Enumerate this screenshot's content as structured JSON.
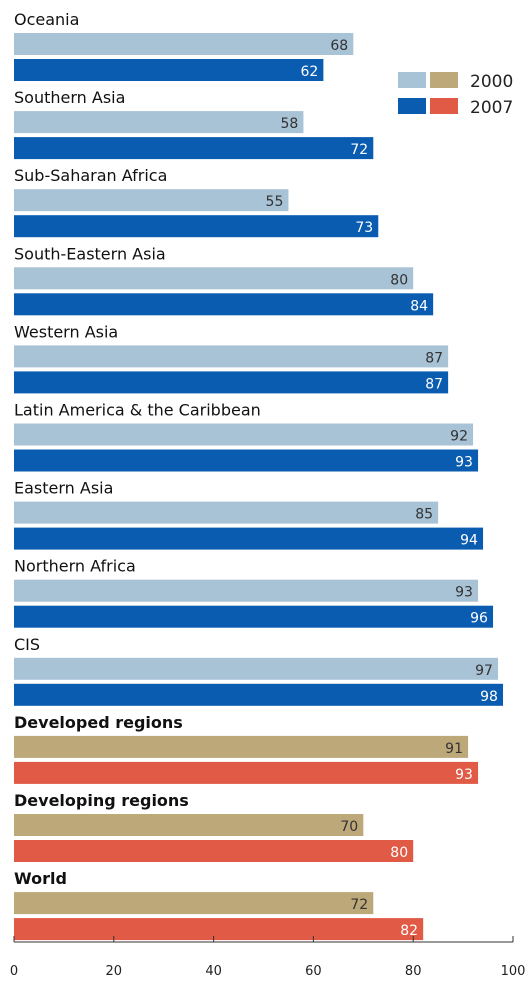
{
  "chart_data": {
    "type": "bar",
    "orientation": "horizontal",
    "xlim": [
      0,
      100
    ],
    "x_ticks": [
      "0",
      "20",
      "40",
      "60",
      "80",
      "100"
    ],
    "legend": {
      "position": "top-right",
      "entries": [
        "2000",
        "2007"
      ]
    },
    "colors": {
      "regions_2000": "#a8c2d6",
      "regions_2007": "#0a5cb0",
      "aggregate_2000": "#bda87a",
      "aggregate_2007": "#e05a46",
      "value_label_dark": "#333333",
      "value_label_light": "#ffffff"
    },
    "categories": [
      {
        "label": "Oceania",
        "values": [
          68,
          62
        ],
        "group": "regions",
        "bold": false
      },
      {
        "label": "Southern Asia",
        "values": [
          58,
          72
        ],
        "group": "regions",
        "bold": false
      },
      {
        "label": "Sub-Saharan Africa",
        "values": [
          55,
          73
        ],
        "group": "regions",
        "bold": false
      },
      {
        "label": "South-Eastern Asia",
        "values": [
          80,
          84
        ],
        "group": "regions",
        "bold": false
      },
      {
        "label": "Western Asia",
        "values": [
          87,
          87
        ],
        "group": "regions",
        "bold": false
      },
      {
        "label": "Latin America & the Caribbean",
        "values": [
          92,
          93
        ],
        "group": "regions",
        "bold": false
      },
      {
        "label": "Eastern Asia",
        "values": [
          85,
          94
        ],
        "group": "regions",
        "bold": false
      },
      {
        "label": "Northern Africa",
        "values": [
          93,
          96
        ],
        "group": "regions",
        "bold": false
      },
      {
        "label": "CIS",
        "values": [
          97,
          98
        ],
        "group": "regions",
        "bold": false
      },
      {
        "label": "Developed regions",
        "values": [
          91,
          93
        ],
        "group": "aggregate",
        "bold": true
      },
      {
        "label": "Developing regions",
        "values": [
          70,
          80
        ],
        "group": "aggregate",
        "bold": true
      },
      {
        "label": "World",
        "values": [
          72,
          82
        ],
        "group": "aggregate",
        "bold": true
      }
    ]
  }
}
